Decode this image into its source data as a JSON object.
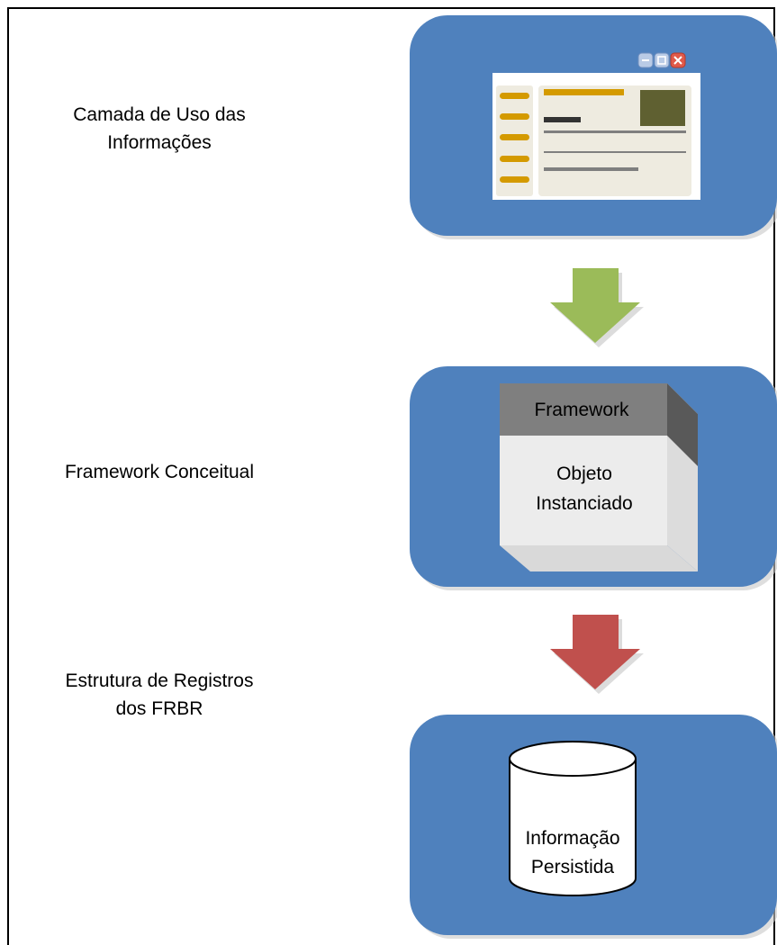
{
  "layers": [
    {
      "label": "Camada de Uso das\nInformações"
    },
    {
      "label": "Framework Conceitual"
    },
    {
      "label": "Estrutura de Registros\ndos FRBR"
    }
  ],
  "framework_box": {
    "header": "Framework",
    "body_line1": "Objeto",
    "body_line2": "Instanciado"
  },
  "database": {
    "line1": "Informação",
    "line2": "Persistida"
  },
  "colors": {
    "panel": "#4f81bd",
    "arrow_down_1": "#9bbb59",
    "arrow_down_2": "#c0504d",
    "window_title": "#4f81bd",
    "window_bg": "#eeebe0",
    "window_accent": "#d49a00",
    "window_image": "#5f6031"
  },
  "icons": [
    "window-icon",
    "minimize-icon",
    "maximize-icon",
    "close-icon",
    "database-icon",
    "down-arrow-icon"
  ]
}
